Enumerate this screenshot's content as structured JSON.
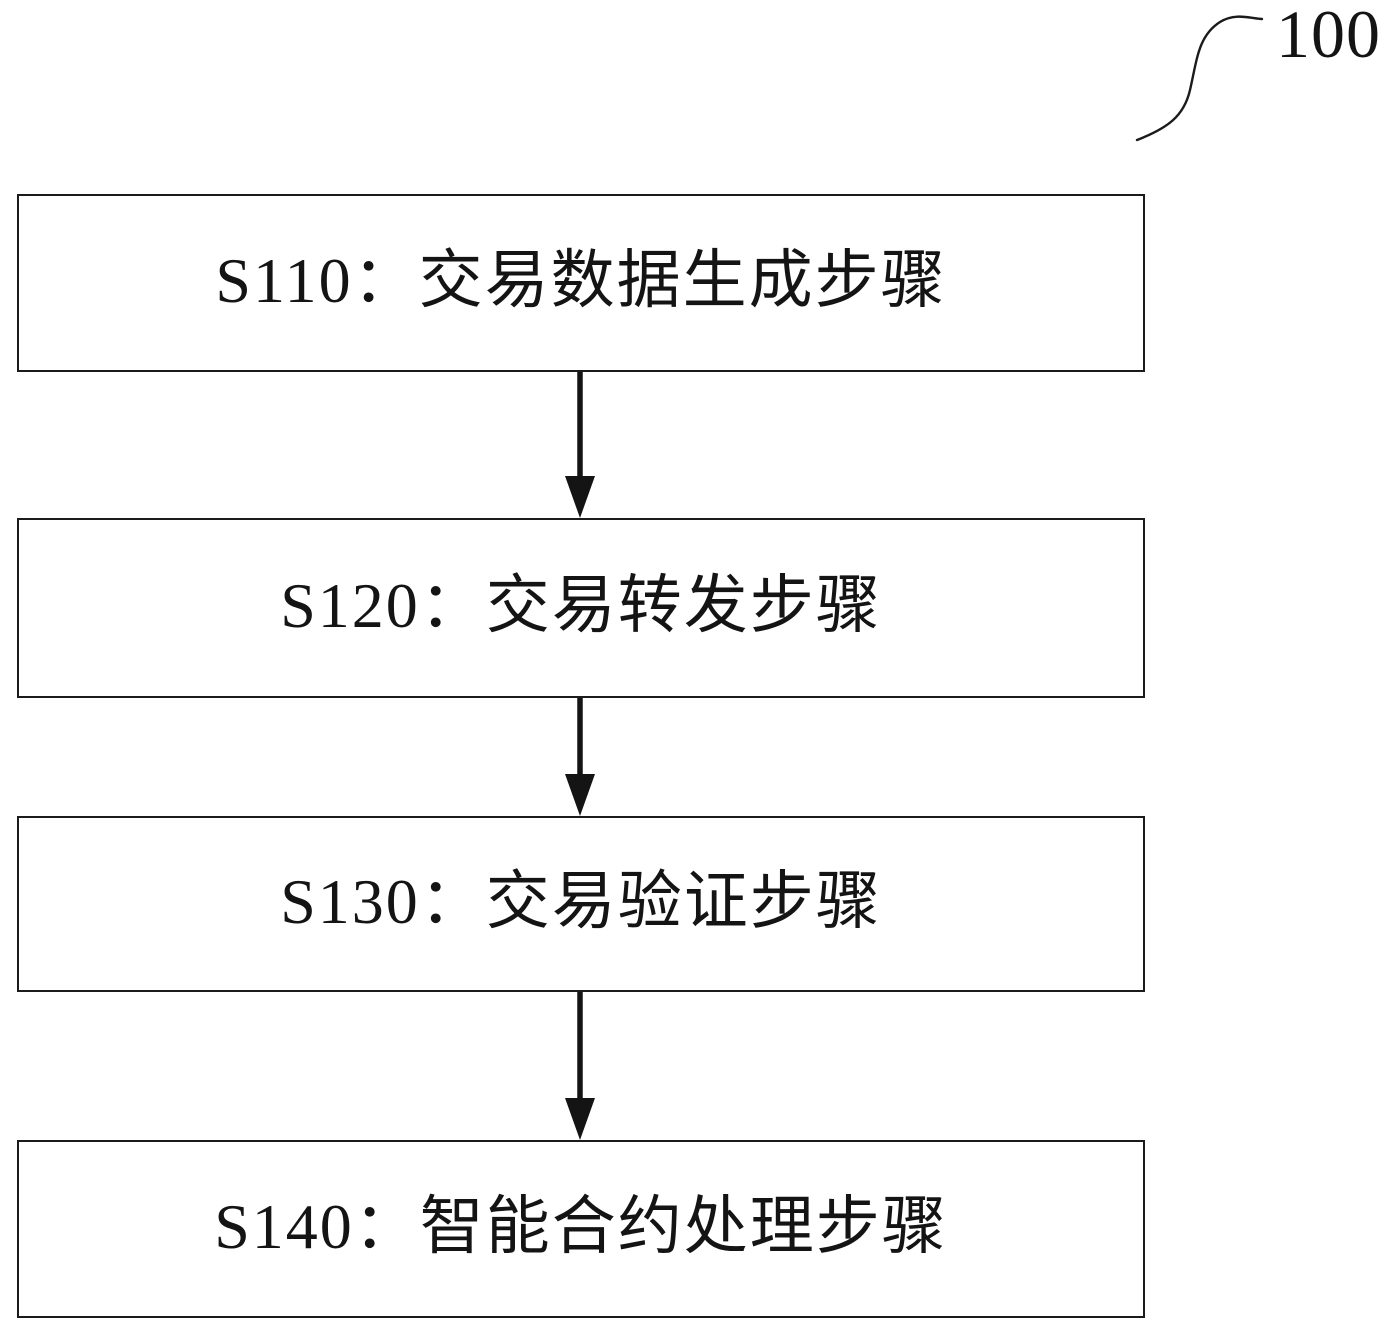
{
  "figure": {
    "reference_label": "100"
  },
  "steps": [
    {
      "id": "S110",
      "label": "S110：交易数据生成步骤"
    },
    {
      "id": "S120",
      "label": "S120：交易转发步骤"
    },
    {
      "id": "S130",
      "label": "S130：交易验证步骤"
    },
    {
      "id": "S140",
      "label": "S140：智能合约处理步骤"
    }
  ],
  "colors": {
    "line": "#1b1b1b",
    "text": "#141414",
    "background": "#ffffff"
  }
}
